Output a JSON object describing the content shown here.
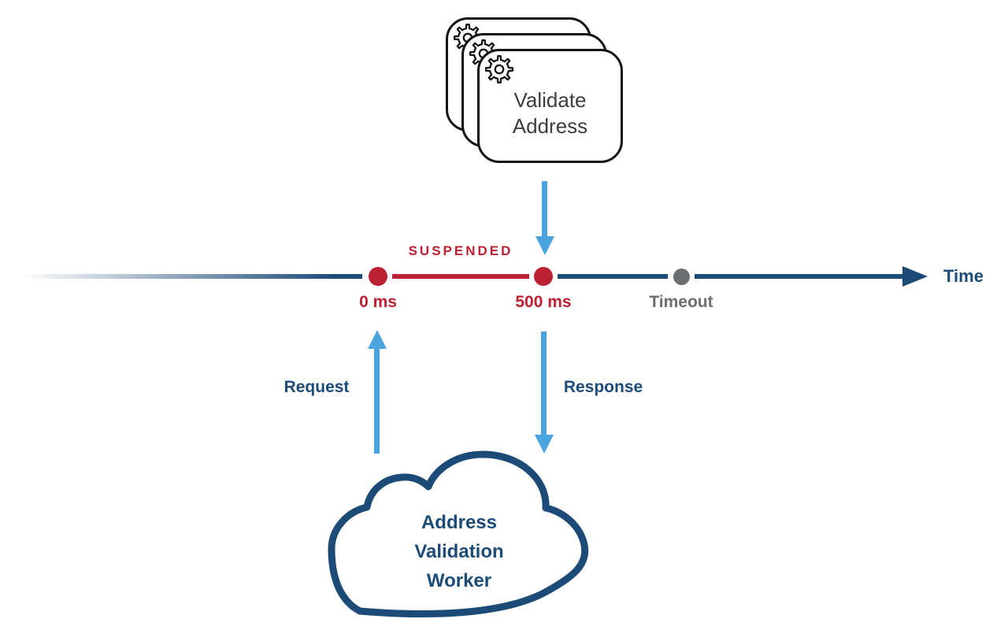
{
  "task_stack": {
    "icon": "gear-icon",
    "stack_count": 3,
    "label_lines": [
      "Validate",
      "Address"
    ]
  },
  "timeline": {
    "axis_label": "Time",
    "suspended_label": "SUSPENDED",
    "markers": [
      {
        "id": "start",
        "label": "0 ms",
        "color": "#bc2033"
      },
      {
        "id": "resume",
        "label": "500 ms",
        "color": "#bc2033"
      },
      {
        "id": "timeout",
        "label": "Timeout",
        "color": "#6d6e70"
      }
    ]
  },
  "flows": {
    "request_label": "Request",
    "response_label": "Response"
  },
  "cloud": {
    "label_lines": [
      "Address",
      "Validation",
      "Worker"
    ]
  },
  "colors": {
    "navy": "#1d4b78",
    "red": "#bc2033",
    "light_blue": "#4aa4dd",
    "gray": "#6d6e70",
    "card_outline": "#141414"
  }
}
